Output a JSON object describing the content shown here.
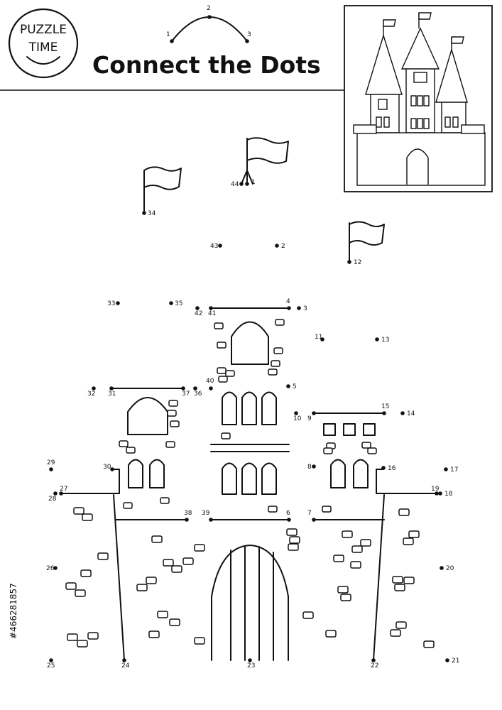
{
  "logo": {
    "line1": "PUZZLE",
    "line2": "TIME"
  },
  "title": "Connect the Dots",
  "example": {
    "n1": "1",
    "n2": "2",
    "n3": "3"
  },
  "stock_id": "#466281857",
  "dots": [
    "1",
    "2",
    "3",
    "4",
    "5",
    "6",
    "7",
    "8",
    "9",
    "10",
    "11",
    "12",
    "13",
    "14",
    "15",
    "16",
    "17",
    "18",
    "19",
    "20",
    "21",
    "22",
    "23",
    "24",
    "25",
    "26",
    "27",
    "28",
    "29",
    "30",
    "31",
    "32",
    "33",
    "34",
    "35",
    "36",
    "37",
    "38",
    "39",
    "40",
    "41",
    "42",
    "43",
    "44"
  ]
}
